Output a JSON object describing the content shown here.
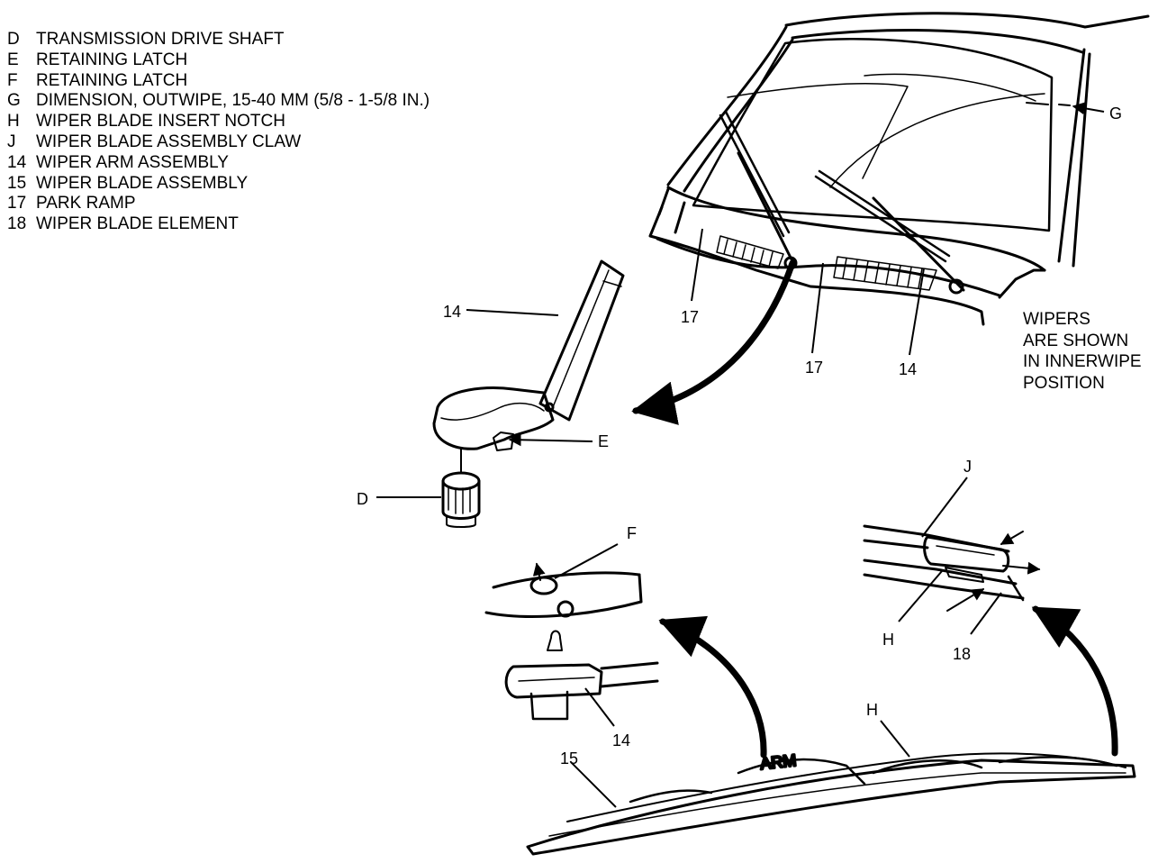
{
  "legend": [
    {
      "key": "D",
      "text": "TRANSMISSION DRIVE SHAFT"
    },
    {
      "key": "E",
      "text": "RETAINING LATCH"
    },
    {
      "key": "F",
      "text": "RETAINING LATCH"
    },
    {
      "key": "G",
      "text": "DIMENSION, OUTWIPE, 15-40 MM (5/8 - 1-5/8 IN.)"
    },
    {
      "key": "H",
      "text": "WIPER BLADE INSERT NOTCH"
    },
    {
      "key": "J",
      "text": "WIPER BLADE ASSEMBLY CLAW"
    },
    {
      "key": "14",
      "text": "WIPER ARM ASSEMBLY"
    },
    {
      "key": "15",
      "text": "WIPER BLADE ASSEMBLY"
    },
    {
      "key": "17",
      "text": "PARK RAMP"
    },
    {
      "key": "18",
      "text": "WIPER BLADE ELEMENT"
    }
  ],
  "note": [
    "WIPERS",
    "ARE SHOWN",
    "IN INNERWIPE",
    "POSITION"
  ],
  "callouts": {
    "g": "G",
    "park_ramp_left": "17",
    "park_ramp_center": "17",
    "arm_windshield": "14",
    "arm_detail": "14",
    "latch_e": "E",
    "shaft_d": "D",
    "latch_f": "F",
    "arm_lower": "14",
    "claw_j": "J",
    "notch_detail": "H",
    "element_18": "18",
    "notch_blade": "H",
    "blade_15": "15"
  },
  "arm_stamp": "ARM"
}
